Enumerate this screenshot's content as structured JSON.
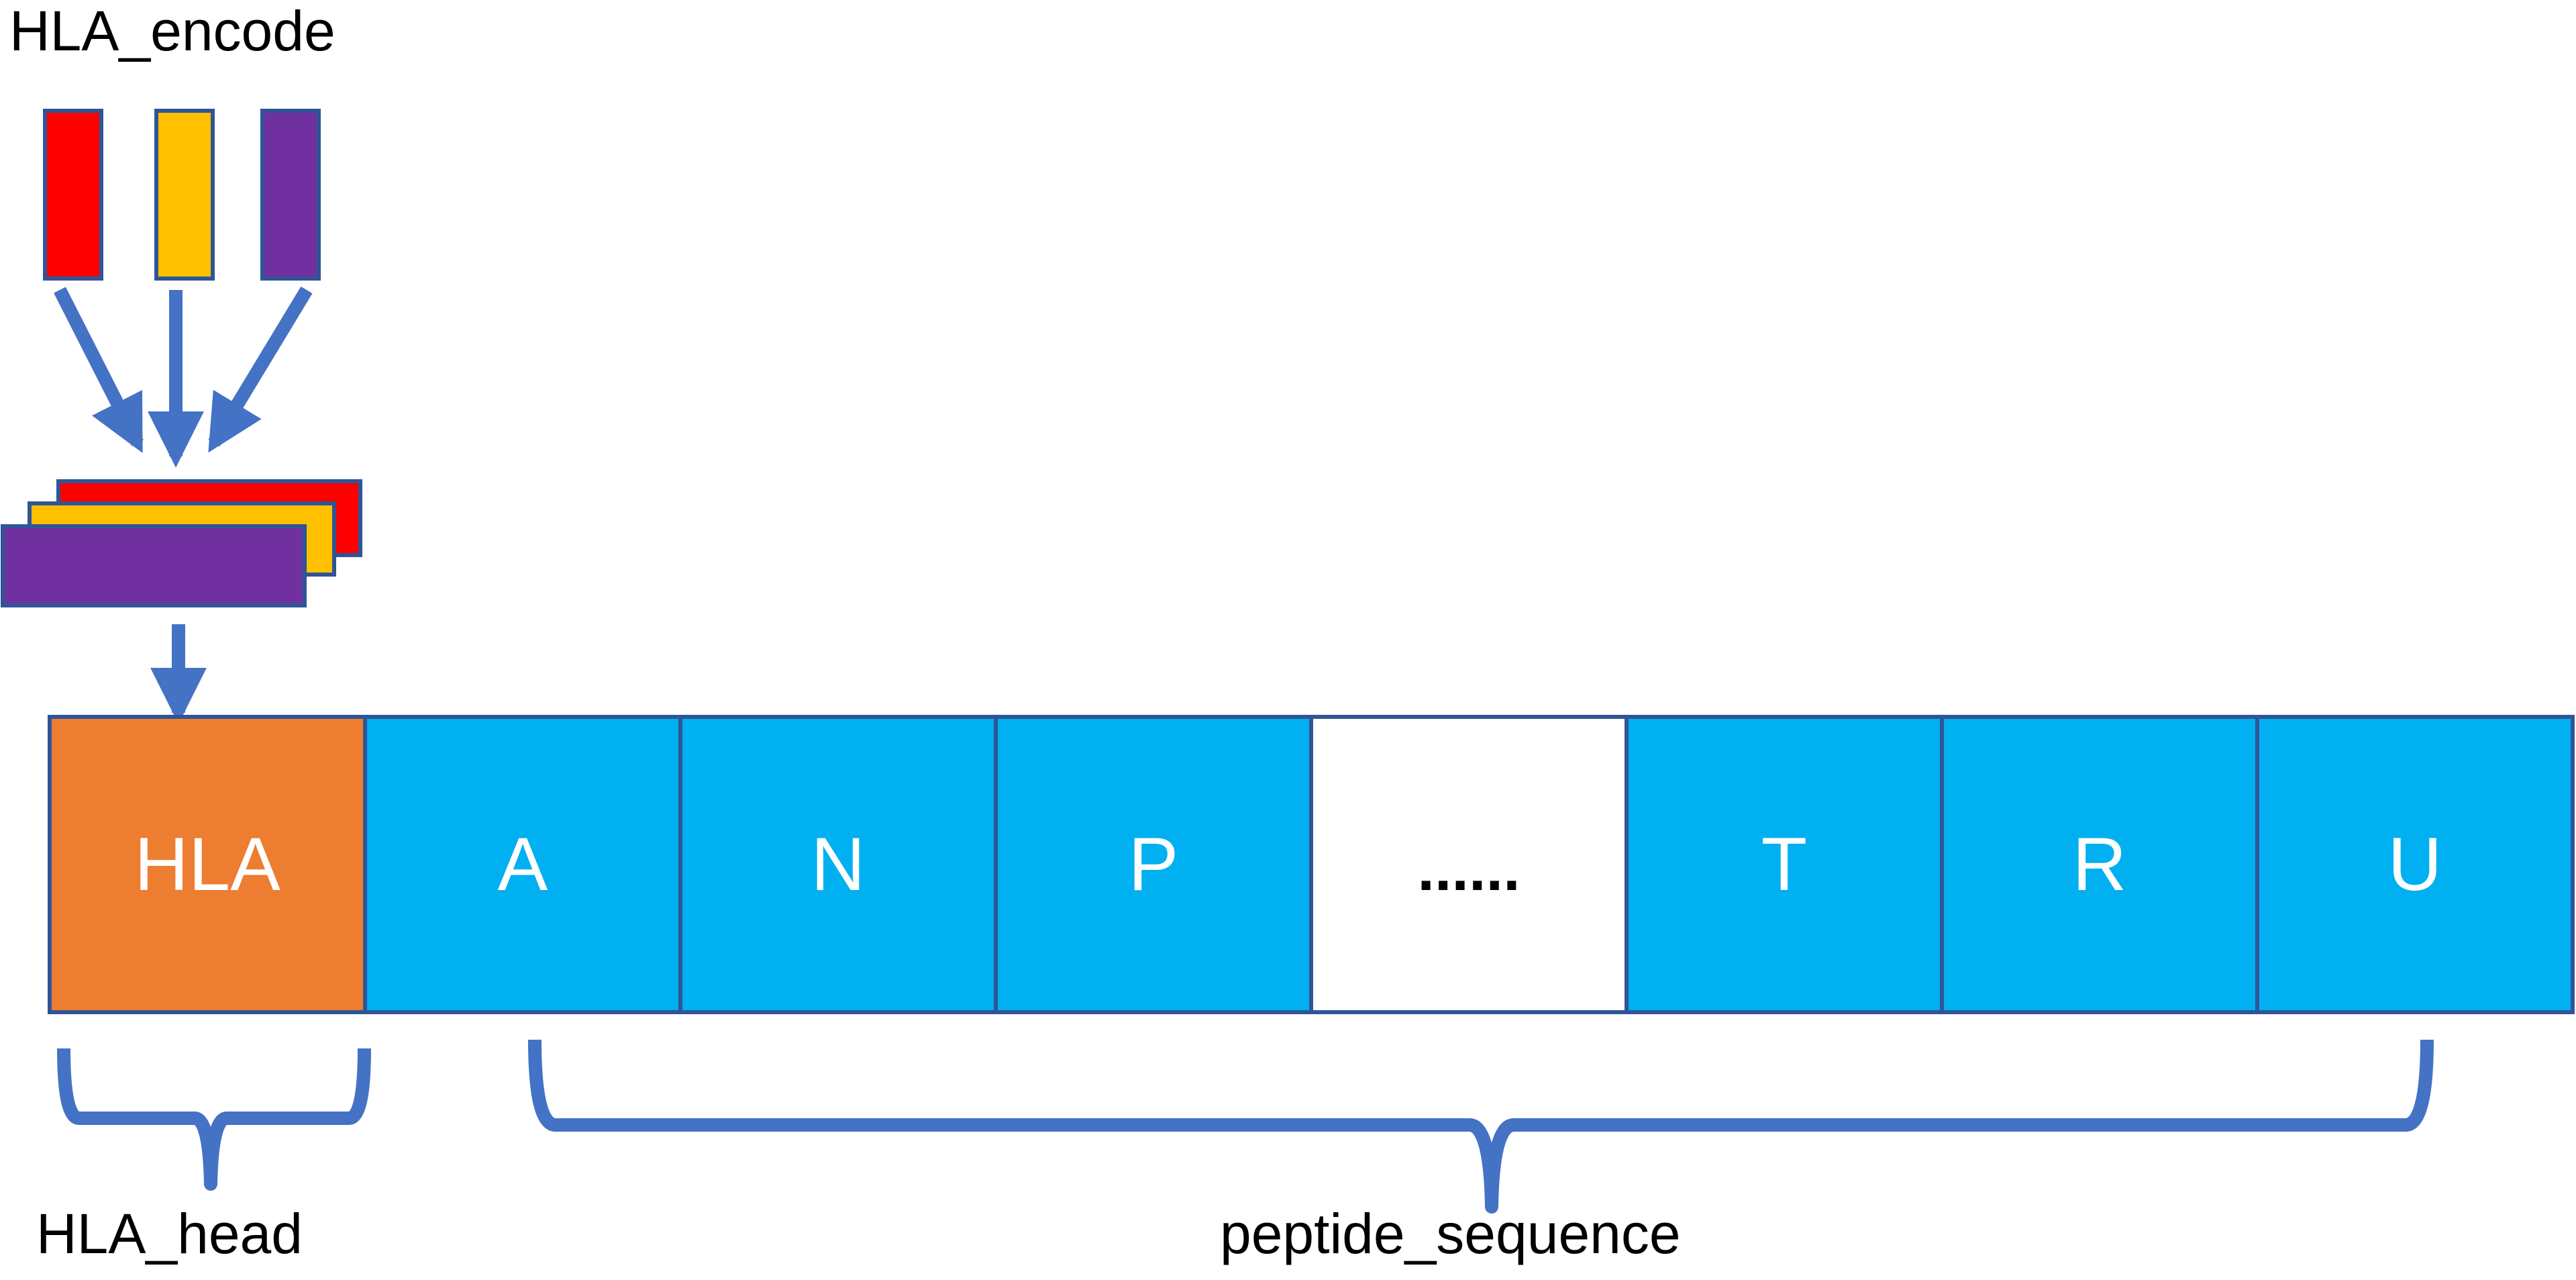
{
  "colors": {
    "red": "#ff0000",
    "yellow": "#ffc000",
    "purple": "#7030a0",
    "orange": "#ed7d31",
    "cyan": "#00b0f0",
    "blue_arrow": "#4472c4",
    "outline": "#2f5597",
    "white": "#ffffff"
  },
  "encode": {
    "title": "HLA_encode"
  },
  "sequence": {
    "cells": [
      {
        "label": "HLA",
        "kind": "head",
        "fill": "#ed7d31",
        "text_color": "#ffffff"
      },
      {
        "label": "A",
        "kind": "residue",
        "fill": "#00b0f0",
        "text_color": "#ffffff"
      },
      {
        "label": "N",
        "kind": "residue",
        "fill": "#00b0f0",
        "text_color": "#ffffff"
      },
      {
        "label": "P",
        "kind": "residue",
        "fill": "#00b0f0",
        "text_color": "#ffffff"
      },
      {
        "label": "......",
        "kind": "ellipsis",
        "fill": "#ffffff",
        "text_color": "#000000"
      },
      {
        "label": "T",
        "kind": "residue",
        "fill": "#00b0f0",
        "text_color": "#ffffff"
      },
      {
        "label": "R",
        "kind": "residue",
        "fill": "#00b0f0",
        "text_color": "#ffffff"
      },
      {
        "label": "U",
        "kind": "residue",
        "fill": "#00b0f0",
        "text_color": "#ffffff"
      }
    ]
  },
  "brackets": {
    "head_label": "HLA_head",
    "peptide_label": "peptide_sequence"
  }
}
